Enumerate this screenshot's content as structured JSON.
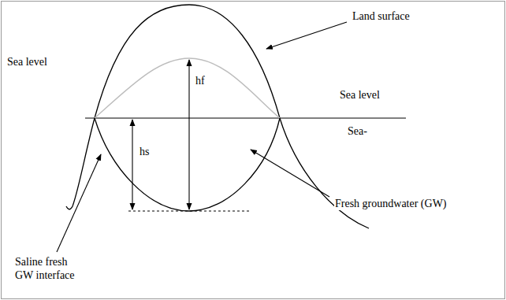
{
  "diagram": {
    "labels": [
      "Land surface",
      "Sea level",
      "hs",
      "hf",
      "Sea level",
      "Sea-",
      "Fresh groundwater (GW)",
      "Saline fresh GW interface"
    ]
  }
}
